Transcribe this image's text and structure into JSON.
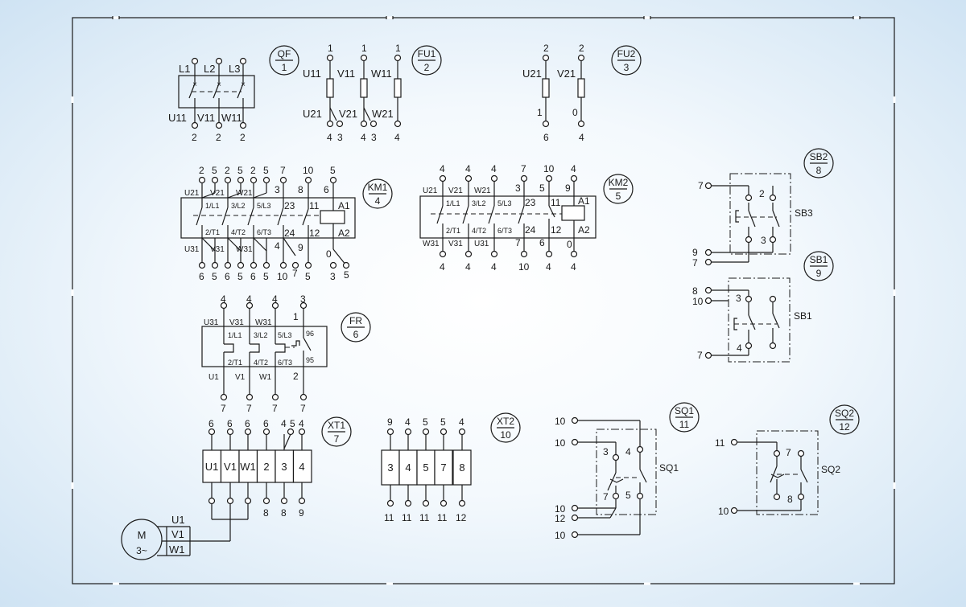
{
  "qf": {
    "tag": "QF",
    "num": "1",
    "top": [
      "L1",
      "L2",
      "L3"
    ],
    "bottom": [
      "U11",
      "V11",
      "W11"
    ],
    "bottom_pins": [
      "2",
      "2",
      "2"
    ]
  },
  "fu1": {
    "tag": "FU1",
    "num": "2",
    "top_pins": [
      "1",
      "1",
      "1"
    ],
    "top": [
      "U11",
      "V11",
      "W11"
    ],
    "bottom": [
      "U21",
      "V21",
      "W21"
    ],
    "bottom_pins": [
      "4",
      "3",
      "4",
      "3",
      "4"
    ]
  },
  "fu2": {
    "tag": "FU2",
    "num": "3",
    "top_pins": [
      "2",
      "2"
    ],
    "top": [
      "U21",
      "V21"
    ],
    "mid": [
      "1",
      "0"
    ],
    "bottom_pins": [
      "6",
      "4"
    ]
  },
  "km1": {
    "tag": "KM1",
    "num": "4",
    "top_pins": [
      "2",
      "5",
      "2",
      "5",
      "2",
      "5",
      "7",
      "10",
      "5"
    ],
    "top_wires": [
      "U21",
      "V21",
      "W21"
    ],
    "main_top": [
      "1/L1",
      "3/L2",
      "5/L3"
    ],
    "aux_top": [
      "3",
      "23",
      "8",
      "11",
      "6",
      "A1"
    ],
    "main_bottom": [
      "2/T1",
      "4/T2",
      "6/T3"
    ],
    "aux_bottom": [
      "24",
      "12",
      "A2",
      "4",
      "9",
      "0"
    ],
    "bottom_wires": [
      "U31",
      "V31",
      "W31"
    ],
    "bottom_pins": [
      "6",
      "5",
      "6",
      "5",
      "6",
      "5",
      "10",
      "7",
      "5",
      "3",
      "5"
    ]
  },
  "km2": {
    "tag": "KM2",
    "num": "5",
    "top_pins": [
      "4",
      "4",
      "4",
      "7",
      "10",
      "4"
    ],
    "top_wires": [
      "U21",
      "V21",
      "W21"
    ],
    "main_top": [
      "1/L1",
      "3/L2",
      "5/L3"
    ],
    "aux_top": [
      "3",
      "23",
      "5",
      "11",
      "9",
      "A1"
    ],
    "main_bottom": [
      "2/T1",
      "4/T2",
      "6/T3"
    ],
    "aux_bottom": [
      "24",
      "12",
      "A2",
      "7",
      "6",
      "0"
    ],
    "bottom_wires": [
      "W31",
      "V31",
      "U31"
    ],
    "bottom_pins": [
      "4",
      "4",
      "4",
      "10",
      "4",
      "4"
    ]
  },
  "fr": {
    "tag": "FR",
    "num": "6",
    "top_pins": [
      "4",
      "4",
      "4",
      "3"
    ],
    "top_wires": [
      "U31",
      "V31",
      "W31"
    ],
    "aux_top": [
      "1",
      "96"
    ],
    "main_top": [
      "1/L1",
      "3/L2",
      "5/L3"
    ],
    "main_bottom": [
      "2/T1",
      "4/T2",
      "6/T3"
    ],
    "aux_bottom": [
      "95",
      "2"
    ],
    "bottom_wires": [
      "U1",
      "V1",
      "W1"
    ],
    "bottom_pins": [
      "7",
      "7",
      "7",
      "7"
    ]
  },
  "xt1": {
    "tag": "XT1",
    "num": "7",
    "top_pins": [
      "6",
      "6",
      "6",
      "6",
      "4",
      "5",
      "4"
    ],
    "cells": [
      "U1",
      "V1",
      "W1",
      "2",
      "3",
      "4"
    ],
    "bottom_pins": [
      "8",
      "8",
      "9"
    ]
  },
  "xt2": {
    "tag": "XT2",
    "num": "10",
    "top_pins": [
      "9",
      "4",
      "5",
      "5",
      "4"
    ],
    "cells": [
      "3",
      "4",
      "5",
      "7",
      "8"
    ],
    "bottom_pins": [
      "11",
      "11",
      "11",
      "11",
      "12"
    ]
  },
  "motor": {
    "symbol": "M",
    "phase": "3~",
    "wires": [
      "U1",
      "V1",
      "W1"
    ]
  },
  "sb2": {
    "tag": "SB2",
    "num": "8",
    "label": "SB3",
    "pins": [
      "7",
      "2",
      "3",
      "9",
      "7"
    ]
  },
  "sb1": {
    "tag": "SB1",
    "num": "9",
    "label": "SB1",
    "pins": [
      "8",
      "10",
      "3",
      "4",
      "7"
    ]
  },
  "sq1": {
    "tag": "SQ1",
    "num": "11",
    "label": "SQ1",
    "pins": [
      "10",
      "10",
      "3",
      "4",
      "7",
      "5",
      "10",
      "12",
      "10"
    ]
  },
  "sq2": {
    "tag": "SQ2",
    "num": "12",
    "label": "SQ2",
    "pins": [
      "11",
      "7",
      "8",
      "10"
    ]
  }
}
